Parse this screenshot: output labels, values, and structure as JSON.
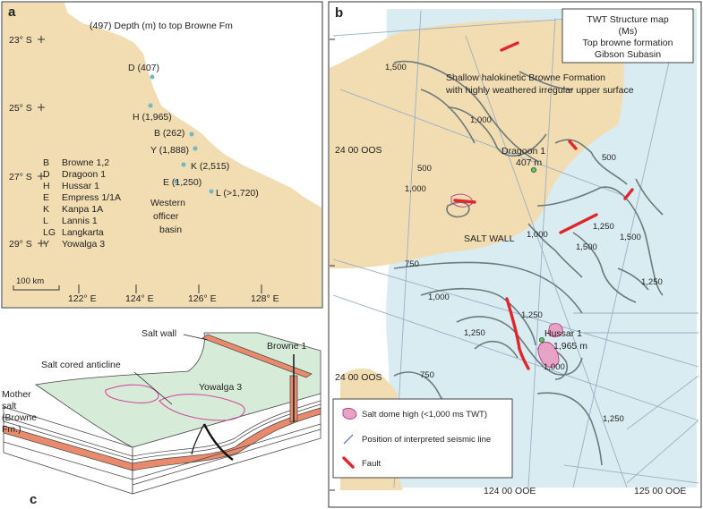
{
  "panel_a": {
    "letter": "a",
    "legend_title": "(497)   Depth (m) to top Browne Fm",
    "latitudes": [
      "23° S",
      "25° S",
      "27° S",
      "29° S"
    ],
    "longitudes": [
      "122° E",
      "124° E",
      "126° E",
      "128° E"
    ],
    "scale_label": "100 km",
    "region_label": [
      "Western",
      "officer",
      "basin"
    ],
    "wells": [
      {
        "label": "D (407)"
      },
      {
        "label": "H (1,965)"
      },
      {
        "label": "B (262)"
      },
      {
        "label": "Y (1,888)"
      },
      {
        "label": "K (2,515)"
      },
      {
        "label": "E (1,250)"
      },
      {
        "label": "L (>1,720)"
      }
    ],
    "key": [
      {
        "code": "B",
        "name": "Browne 1,2"
      },
      {
        "code": "D",
        "name": "Dragoon 1"
      },
      {
        "code": "H",
        "name": "Hussar 1"
      },
      {
        "code": "E",
        "name": "Empress 1/1A"
      },
      {
        "code": "K",
        "name": "Kanpa 1A"
      },
      {
        "code": "L",
        "name": "Lannis 1"
      },
      {
        "code": "LG",
        "name": "Langkarta"
      },
      {
        "code": "Y",
        "name": "Yowalga 3"
      }
    ]
  },
  "panel_b": {
    "letter": "b",
    "title_lines": [
      "TWT Structure map",
      "(Ms)",
      "Top browne formation",
      "Gibson Subasin"
    ],
    "description_lines": [
      "Shallow halokinetic Browne Formation",
      "with highly weathered irregular upper surface"
    ],
    "salt_wall_label": "SALT WALL",
    "coord_labels": {
      "lat_top": "24 00 OOS",
      "lat_bottom": "24 00 OOS",
      "lon_left": "124 00 OOE",
      "lon_right": "125 00 OOE"
    },
    "wells": [
      {
        "name": "Dragoon 1",
        "depth": "407 m"
      },
      {
        "name": "Hussar 1",
        "depth": "1,965 m"
      }
    ],
    "contour_labels": [
      "1,500",
      "1,000",
      "500",
      "500",
      "1,000",
      "1,000",
      "1,250",
      "1,500",
      "1,500",
      "1,250",
      "750",
      "1,000",
      "1,250",
      "1,250",
      "1,000",
      "750",
      "1,250"
    ],
    "legend": [
      {
        "symbol": "salt-dome",
        "label": "Salt dome high (<1,000 ms TWT)"
      },
      {
        "symbol": "seismic-line",
        "label": "Position of interpreted seismic line"
      },
      {
        "symbol": "fault",
        "label": "Fault"
      }
    ],
    "colors": {
      "shallow": "#f2dcb2",
      "deep": "#d9ecf2",
      "fault": "#e0262b",
      "salt_dome": "#e7a3c6"
    }
  },
  "panel_c": {
    "letter": "c",
    "labels": [
      "Salt wall",
      "Browne 1",
      "Salt cored anticline",
      "Yowalga 3"
    ],
    "mother_salt_lines": [
      "Mother",
      "salt",
      "(Browne",
      "Fm.)"
    ],
    "colors": {
      "surface": "#d7ecd8",
      "salt": "#ea8a6c"
    }
  }
}
